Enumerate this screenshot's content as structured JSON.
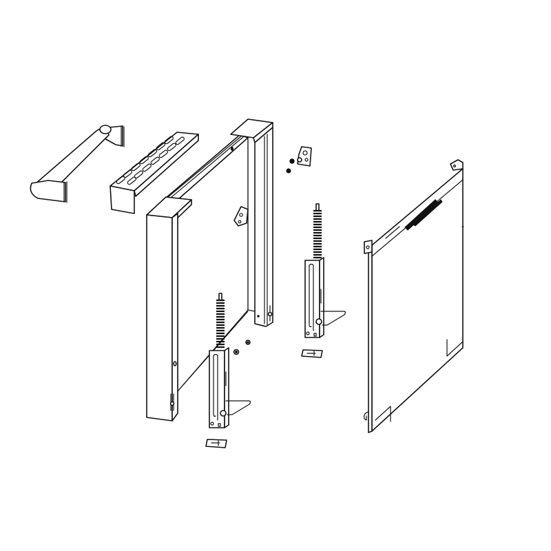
{
  "diagram": {
    "type": "exploded-view technical line drawing",
    "subject": "appliance door assembly",
    "background_color": "#ffffff",
    "line_color": "#111111",
    "parts": [
      {
        "id": "handle",
        "label": "Door handle"
      },
      {
        "id": "vent_grille",
        "label": "Slotted vent trim"
      },
      {
        "id": "door_frame",
        "label": "Outer door frame"
      },
      {
        "id": "hinge_bracket",
        "label": "Hinge mounting bracket with screws"
      },
      {
        "id": "hinge_left",
        "label": "Left hinge with spring"
      },
      {
        "id": "hinge_right",
        "label": "Right hinge with spring"
      },
      {
        "id": "hinge_clip_left",
        "label": "Left hinge receiver clip"
      },
      {
        "id": "hinge_clip_right",
        "label": "Right hinge receiver clip"
      },
      {
        "id": "screws",
        "label": "Screws"
      },
      {
        "id": "inner_panel",
        "label": "Inner door panel"
      }
    ]
  }
}
